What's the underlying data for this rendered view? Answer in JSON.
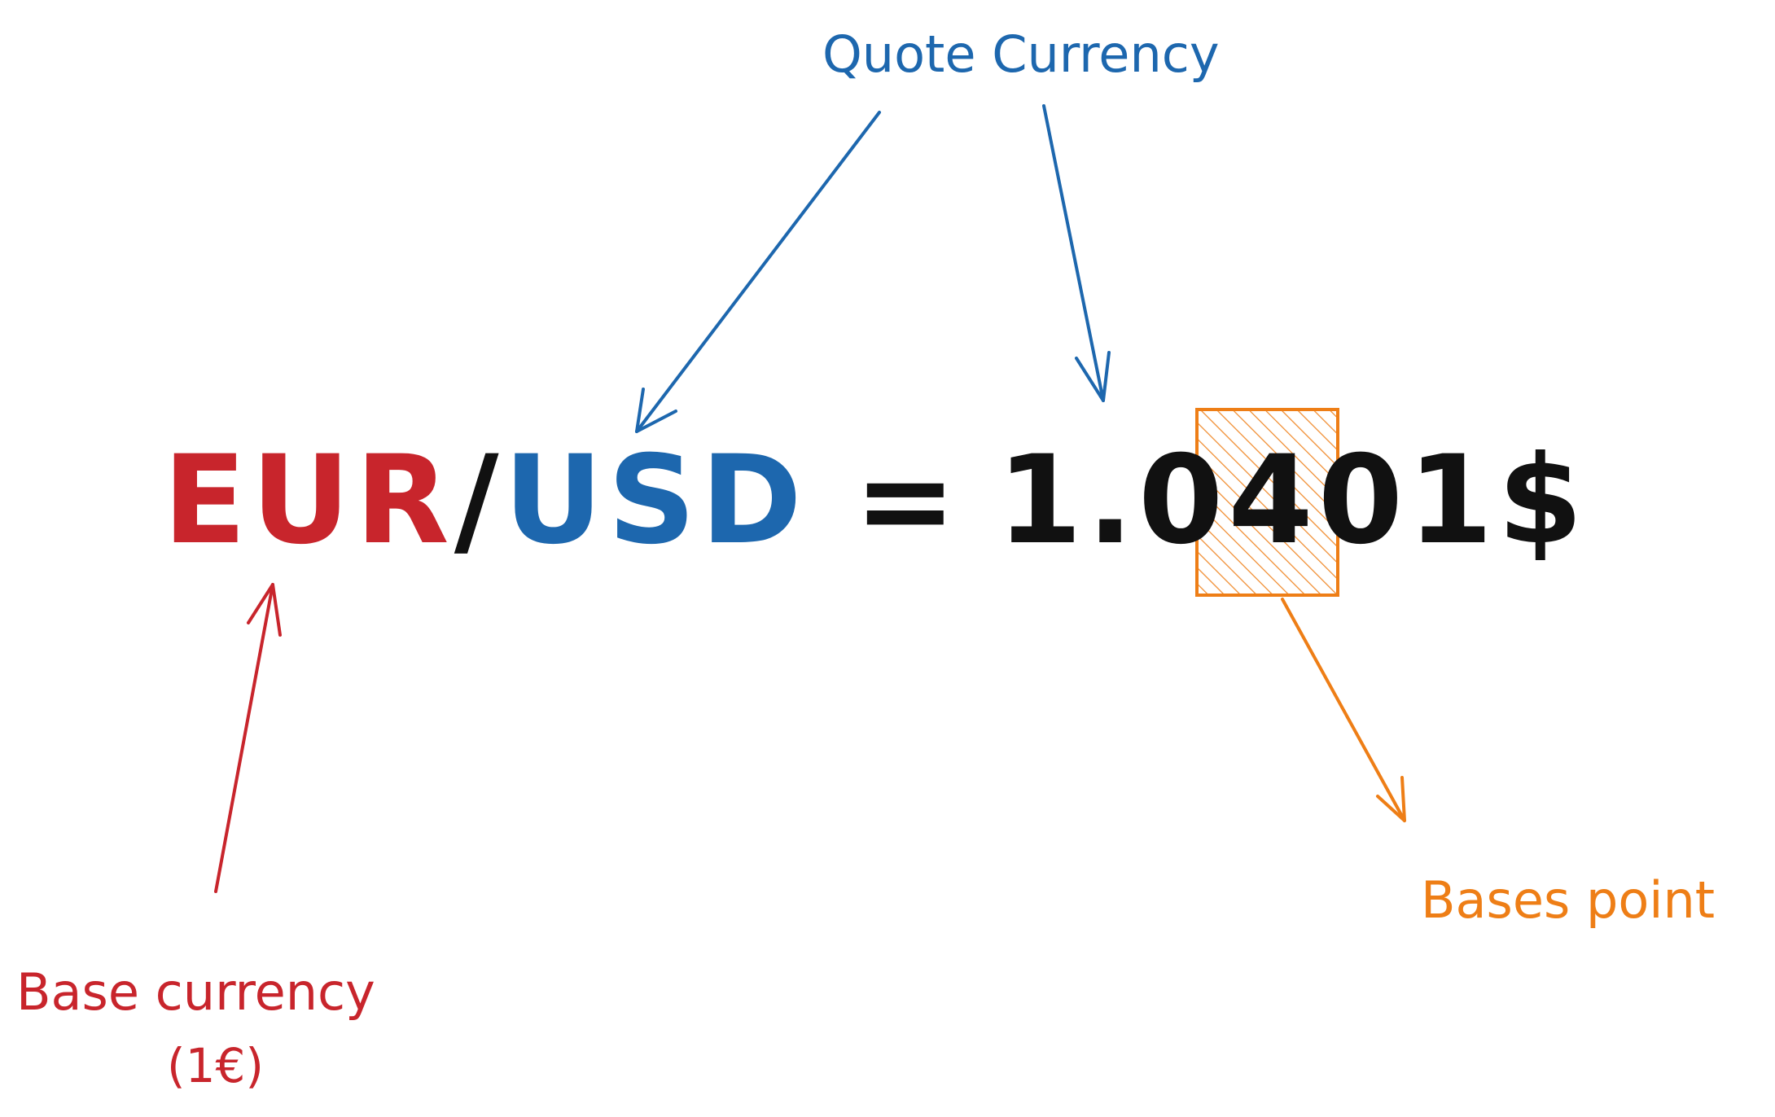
{
  "pair": {
    "base": "EUR",
    "separator": "/",
    "quote": "USD",
    "equals": "=",
    "rate": "1.0401",
    "symbol": "$"
  },
  "labels": {
    "quote_currency": "Quote Currency",
    "base_currency": "Base currency",
    "base_note": "(1€)",
    "bases_point": "Bases point"
  },
  "colors": {
    "base": "#c8252c",
    "quote": "#1d67ae",
    "highlight": "#ee7e16",
    "text": "#111111"
  }
}
